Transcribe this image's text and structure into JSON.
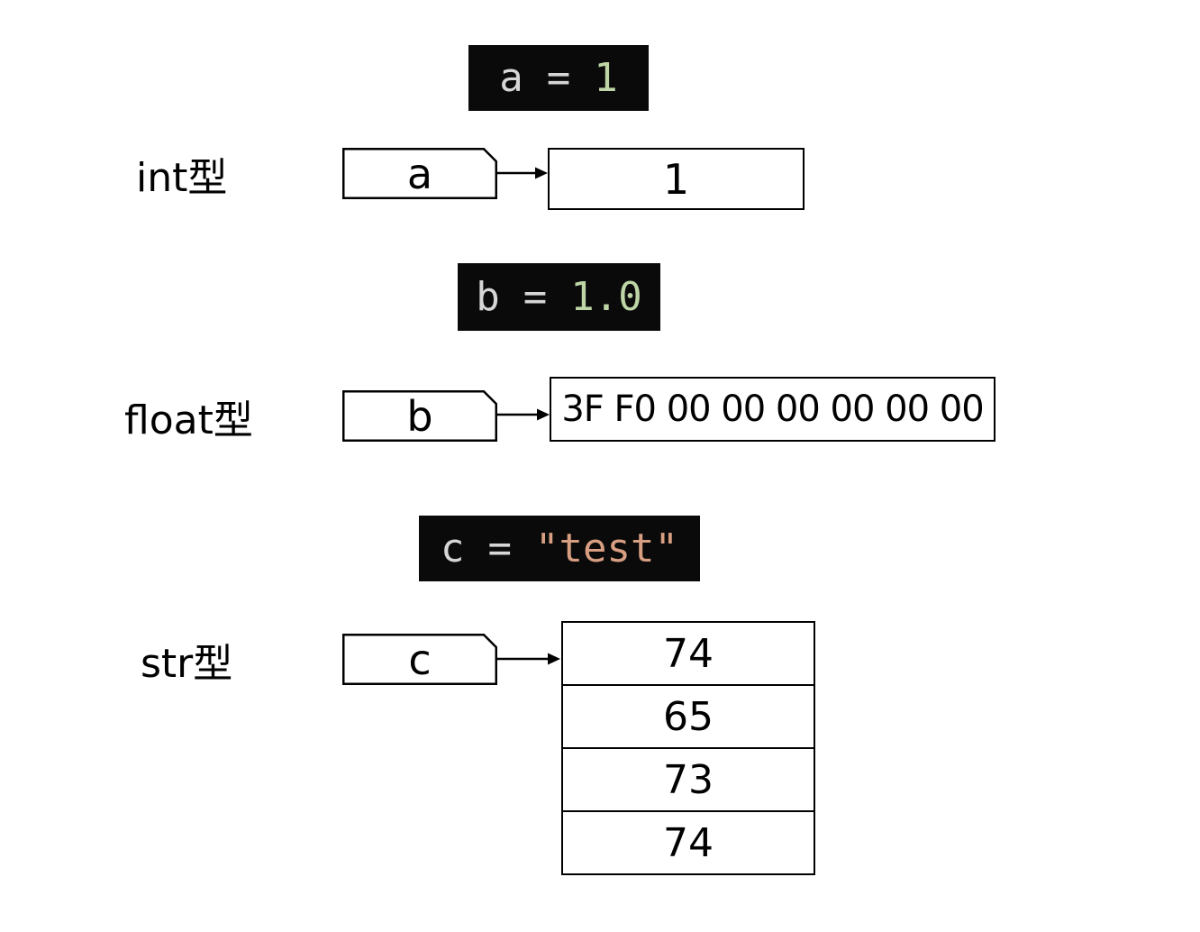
{
  "colors": {
    "code_bg": "#0a0a0a",
    "code_plain": "#d6d6d6",
    "code_number": "#bed6a6",
    "code_string": "#d79e82",
    "line": "#000000",
    "page_bg": "#ffffff"
  },
  "sections": [
    {
      "type_label": "int型",
      "code": {
        "lhs": "a",
        "op": "=",
        "rhs": "1"
      },
      "variable": "a",
      "value": "1"
    },
    {
      "type_label": "float型",
      "code": {
        "lhs": "b",
        "op": "=",
        "rhs": "1.0"
      },
      "variable": "b",
      "value": "3F F0 00 00 00 00 00 00"
    },
    {
      "type_label": "str型",
      "code": {
        "lhs": "c",
        "op": "=",
        "rhs": "\"test\""
      },
      "variable": "c",
      "bytes": [
        "74",
        "65",
        "73",
        "74"
      ]
    }
  ]
}
